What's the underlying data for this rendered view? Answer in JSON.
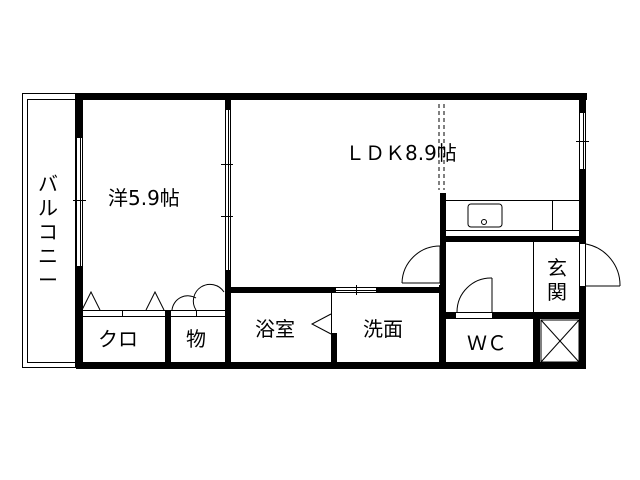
{
  "floor_plan": {
    "rooms": [
      {
        "id": "western",
        "label": "洋5.9帖"
      },
      {
        "id": "ldk",
        "label": "ＬＤＫ8.9帖"
      },
      {
        "id": "closet",
        "label": "クロ"
      },
      {
        "id": "storage",
        "label": "物"
      },
      {
        "id": "bath",
        "label": "浴室"
      },
      {
        "id": "washroom",
        "label": "洗面"
      },
      {
        "id": "entrance",
        "label": "玄関"
      },
      {
        "id": "toilet",
        "label": "ＷＣ"
      }
    ],
    "balcony": {
      "label": "バルコニー"
    },
    "colors": {
      "wall": "#000000",
      "background": "#ffffff"
    }
  }
}
